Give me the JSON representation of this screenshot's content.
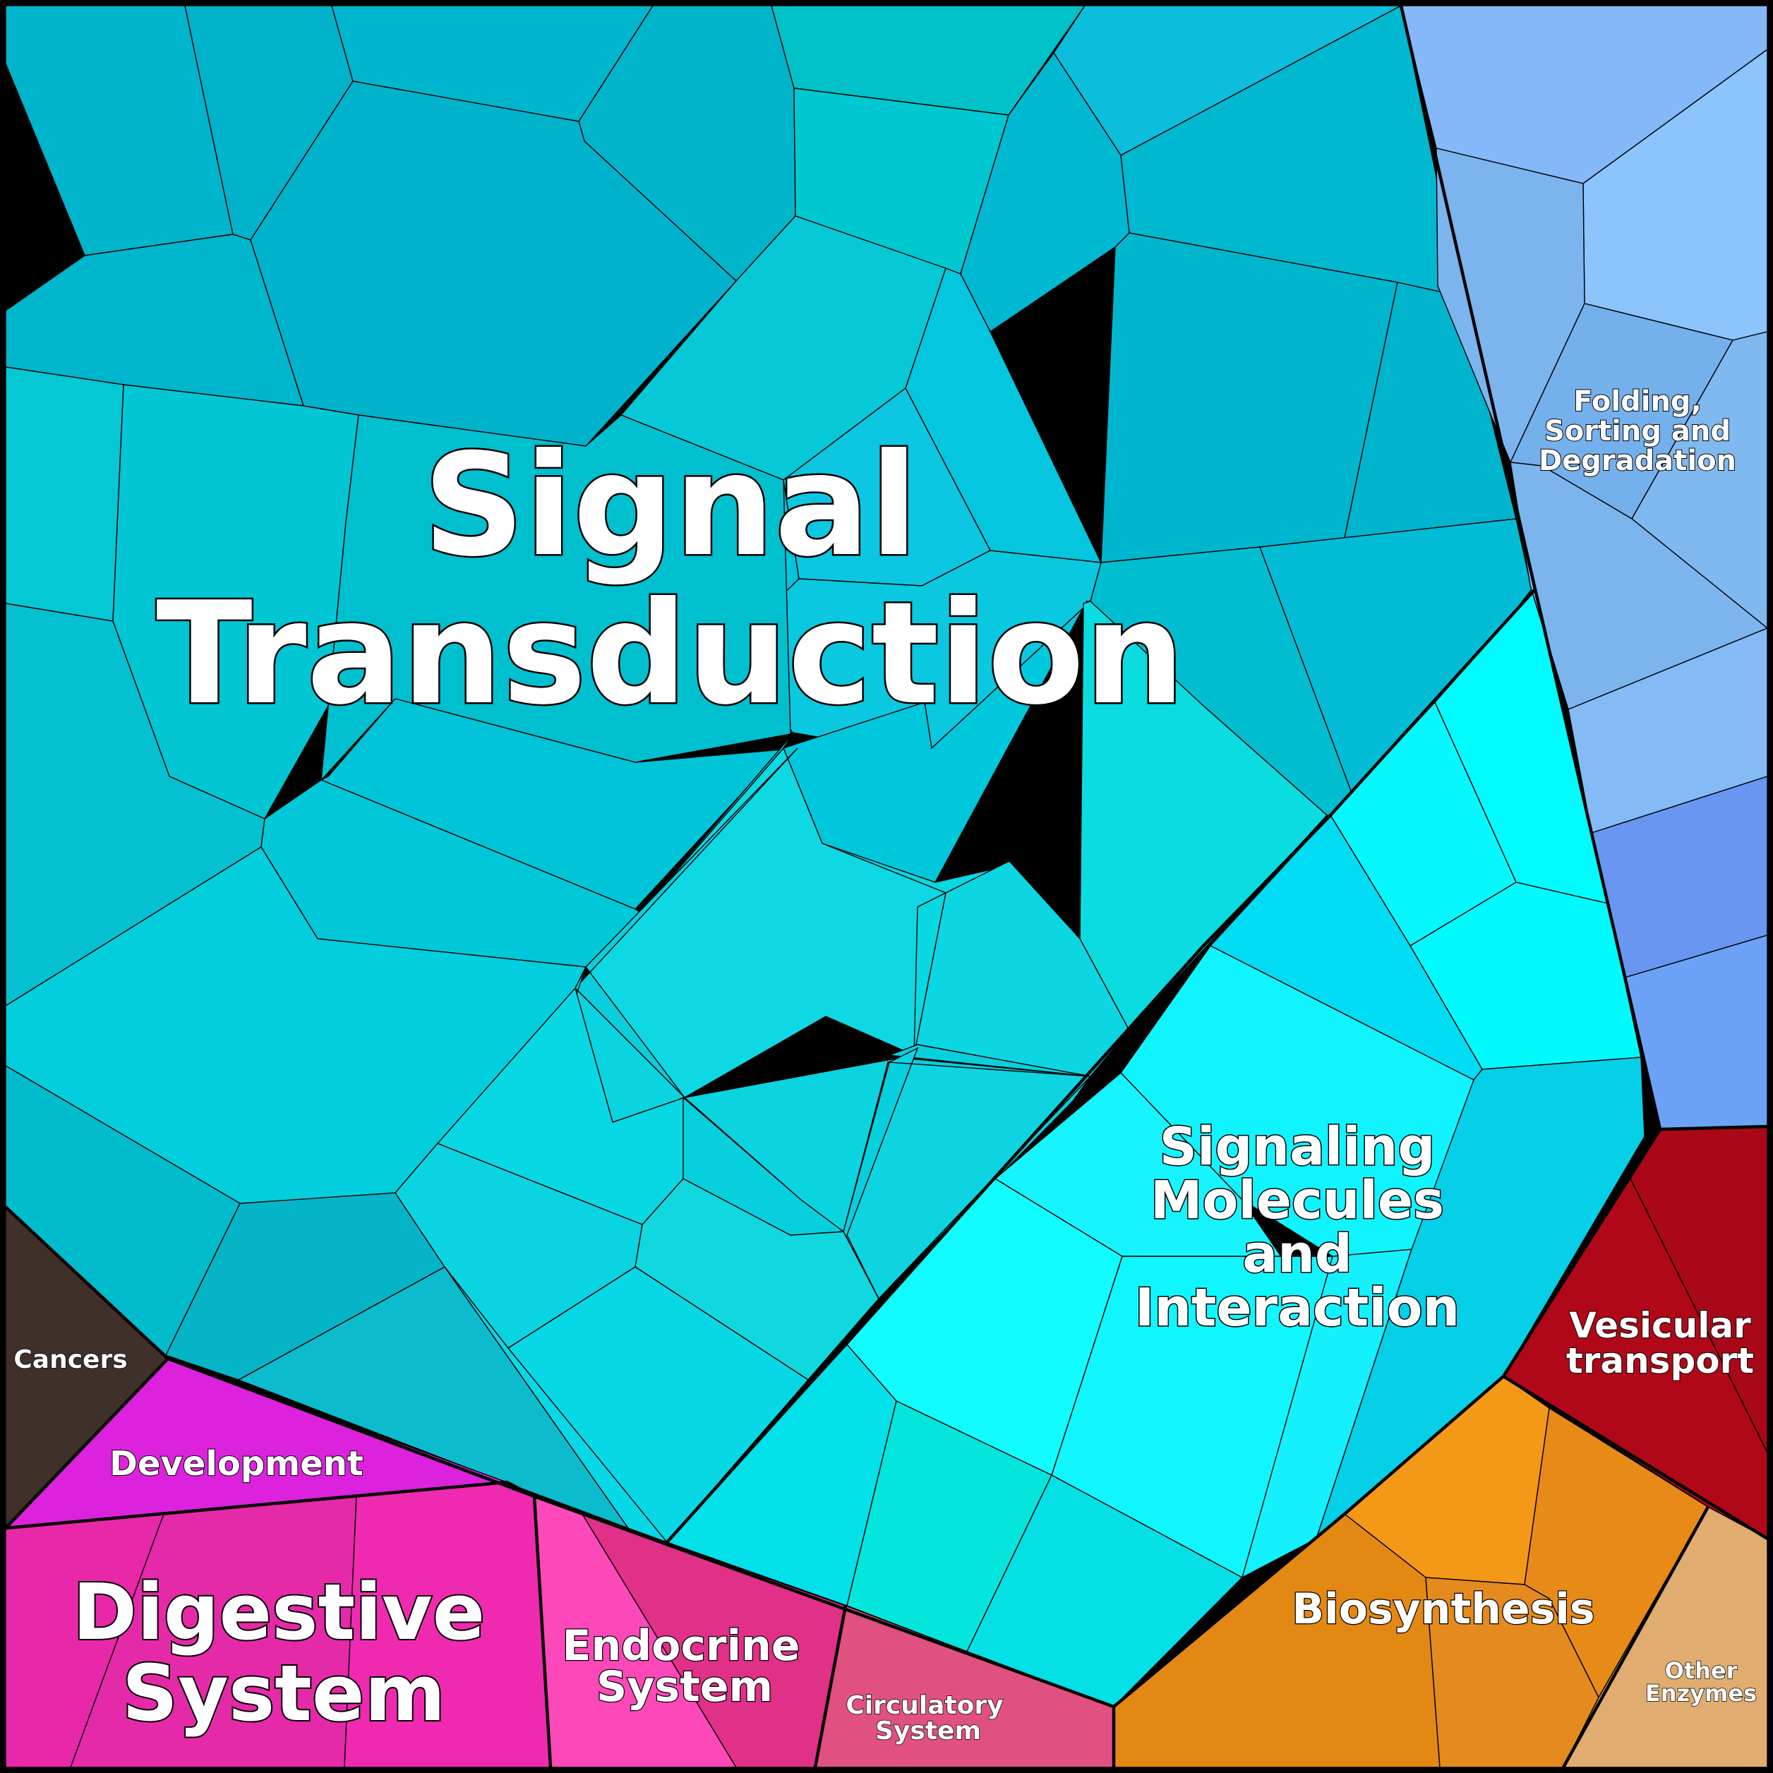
{
  "title": "",
  "regions": {
    "signal_transduction": {
      "label": "Signal Transduction",
      "color": "#00B8D0"
    },
    "signaling_molecules": {
      "label": "Signaling Molecules and Interaction",
      "color": "#10F4FF"
    },
    "folding": {
      "label": "Folding, Sorting and Degradation",
      "color": "#7CB4F0"
    },
    "vesicular": {
      "label": "Vesicular transport",
      "color": "#B00818"
    },
    "biosynthesis": {
      "label": "Biosynthesis",
      "color": "#E88A18"
    },
    "other_enzymes": {
      "label": "Other Enzymes",
      "color": "#E0AC70"
    },
    "circulatory": {
      "label": "Circulatory System",
      "color": "#E05080"
    },
    "endocrine": {
      "label": "Endocrine System",
      "color": "#F040A8"
    },
    "digestive": {
      "label": "Digestive System",
      "color": "#E828A8"
    },
    "development": {
      "label": "Development",
      "color": "#DC22DC"
    },
    "cancers": {
      "label": "Cancers",
      "color": "#40302A"
    }
  }
}
